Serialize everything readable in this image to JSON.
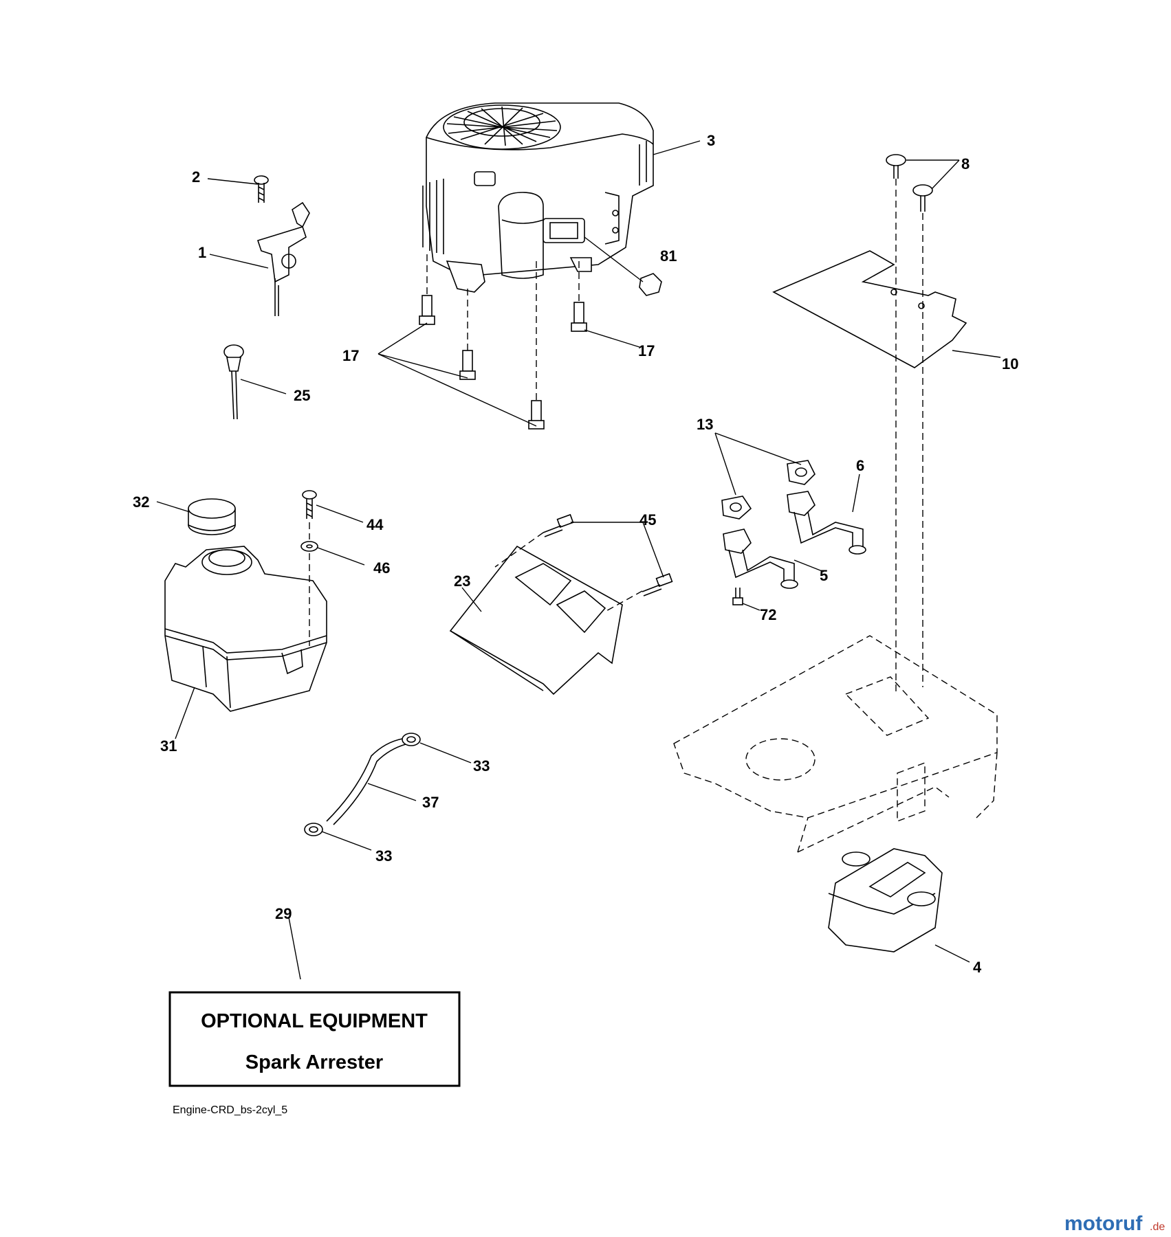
{
  "diagram": {
    "callouts": {
      "c1": "1",
      "c2": "2",
      "c3": "3",
      "c4": "4",
      "c5": "5",
      "c6": "6",
      "c8": "8",
      "c10": "10",
      "c13": "13",
      "c17a": "17",
      "c17b": "17",
      "c23": "23",
      "c25": "25",
      "c29": "29",
      "c31": "31",
      "c32": "32",
      "c33a": "33",
      "c33b": "33",
      "c37": "37",
      "c44": "44",
      "c45": "45",
      "c46": "46",
      "c72": "72",
      "c81": "81"
    },
    "optional_box": {
      "line1": "OPTIONAL EQUIPMENT",
      "line2": "Spark Arrester"
    },
    "drawing_id": "Engine-CRD_bs-2cyl_5",
    "watermark": {
      "text": "motoruf",
      "suffix": ".de",
      "color_a": "#2e6db4",
      "color_b": "#c0392b"
    }
  }
}
